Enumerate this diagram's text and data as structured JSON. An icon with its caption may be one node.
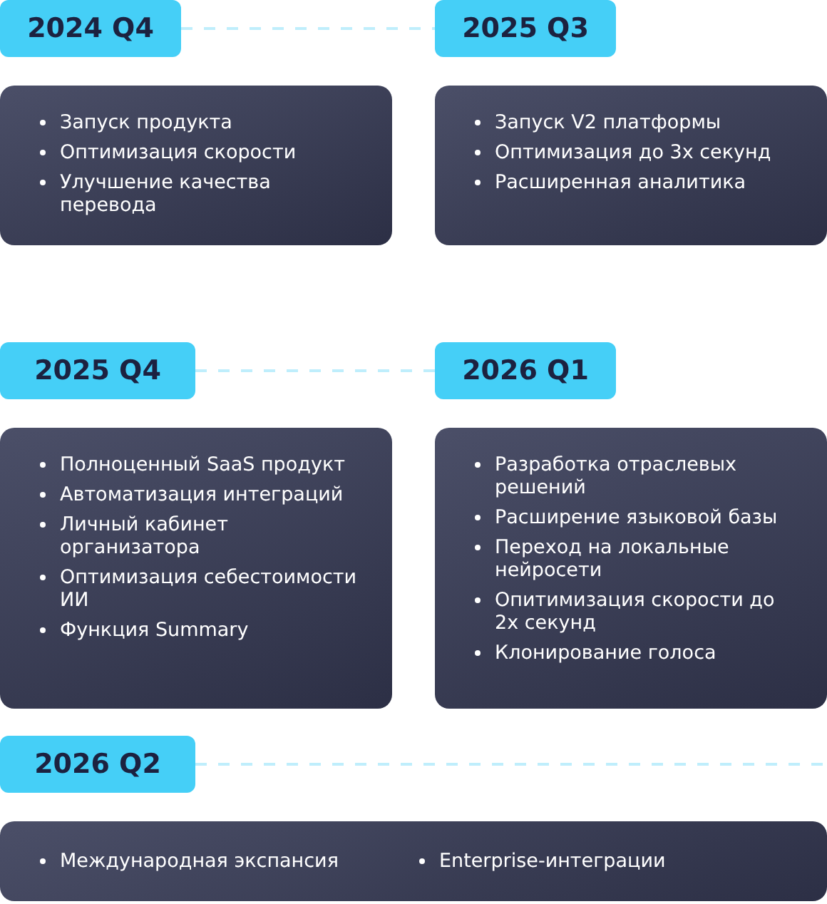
{
  "diagram": {
    "nodes": [
      {
        "text": [
          "2024 Q4"
        ]
      },
      {
        "text": [
          "2025 Q3"
        ]
      },
      {
        "text": [
          "Запуск продукта",
          "Оптимизация скорости",
          "Улучшение качества перевода"
        ]
      },
      {
        "text": [
          "Запуск V2 платформы",
          "Оптимизация до 3х секунд",
          "Расширенная аналитика"
        ]
      },
      {
        "text": [
          "2025 Q4"
        ]
      },
      {
        "text": [
          "2026 Q1"
        ]
      },
      {
        "text": [
          "Полноценный SaaS продукт",
          "Автоматизация интеграций",
          "Личный кабинет организатора",
          "Оптимизация себестоимости ИИ",
          "Функция Summary"
        ]
      },
      {
        "text": [
          "Разработка отраслевых решений",
          "Расширение языковой базы",
          "Переход на локальные нейросети",
          "Опитимизация скорости до 2х секунд",
          "Клонирование голоса"
        ]
      },
      {
        "text": [
          "2026 Q2"
        ]
      },
      {
        "text": [
          "Международная экспансия",
          "Enterprise-интеграции"
        ]
      }
    ],
    "edges": [
      {
        "from": 0,
        "to": 1,
        "arrow": "none",
        "style": "dashed"
      },
      {
        "from": 4,
        "to": 5,
        "arrow": "none",
        "style": "dashed"
      },
      {
        "from": 8,
        "to": null,
        "arrow": "none",
        "style": "dashed"
      }
    ]
  }
}
